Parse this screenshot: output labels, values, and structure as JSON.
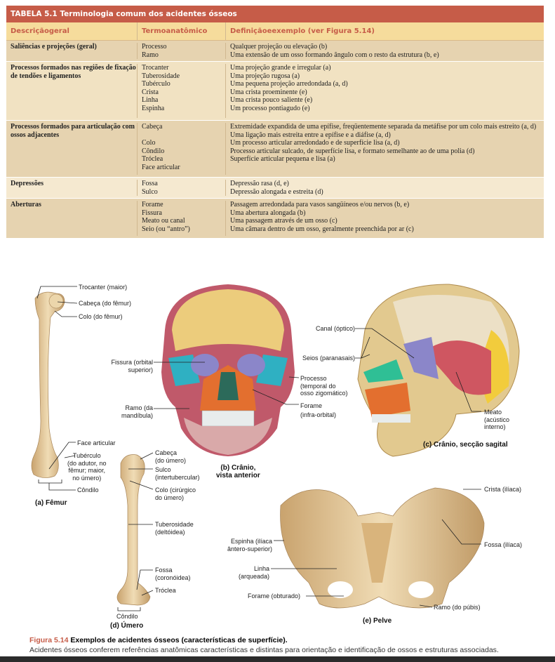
{
  "table": {
    "title": "TABELA 5.1   Terminologia comum  dos acidentes ósseos",
    "headers": [
      "Descriçãogeral",
      "Termoanatômico",
      "Definiçãoeexemplo (ver Figura 5.14)"
    ],
    "rows": [
      {
        "description": "Saliências e projeções (geral)",
        "terms": "Processo\nRamo",
        "definitions": "Qualquer projeção ou  elevação (b)\nUma extensão de um osso formando ângulo com o resto da estrutura (b, e)"
      },
      {
        "description": "Processos formados nas regiões de fixação de tendões e ligamentos",
        "terms": "Trocanter\nTuberosidade\nTubérculo\nCrista\nLinha\nEspinha",
        "definitions": "Uma projeção grande e irregular  (a)\nUma projeção rugosa (a)\nUma pequena projeção arredondada (a, d)\nUma crista proeminente (e)\nUma crista pouco saliente (e)\nUm processo pontiagudo (e)"
      },
      {
        "description": "Processos formados para articulação com ossos adjacentes",
        "terms": "Cabeça\n\nColo\nCôndilo\nTróclea\nFace articular",
        "definitions": "Extremidade expandida de uma epífise, freqüentemente separada da metáfise por  um colo mais estreito (a, d)\nUma ligação mais estreita entre a epífise e a diáfise (a, d)\nUm processo articular arredondado e de superfície lisa (a,  d)\nProcesso articular sulcado, de superfície lisa, e formato semelhante ao de  uma polia (d)\nSuperfície articular pequena e lisa (a)"
      },
      {
        "description": "Depressões",
        "terms": "Fossa\nSulco",
        "definitions": "Depressão rasa (d, e)\nDepressão alongada e estreita (d)"
      },
      {
        "description": "Aberturas",
        "terms": "Forame\nFissura\nMeato ou canal\nSeio (ou “antro”)",
        "definitions": "Passagem arredondada para vasos sangüíneos e/ou nervos (b, e)\nUma abertura alongada (b)\nUma passagem através de um osso (c)\nUma câmara dentro de um osso, geralmente preenchida por ar  (c)"
      }
    ]
  },
  "figure": {
    "labels": {
      "trocanter": "Trocanter  (maior)",
      "cabeca_femur": "Cabeça (do fêmur)",
      "colo_femur": "Colo (do fêmur)",
      "face_articular": "Face articular",
      "tuberculo": "Tubérculo\n(do adutor, no\nfêmur; maior,\nno úmero)",
      "condilo_femur": "Côndilo",
      "fissura": "Fissura (orbital\nsuperior)",
      "ramo_mandibula": "Ramo (da\nmandíbula)",
      "processo": "Processo\n(temporal do\nosso zigomático)",
      "forame_infra": "Forame\n(infra-orbital)",
      "canal": "Canal (óptico)",
      "seios": "Seios (paranasais)",
      "meato": "Meato\n(acústico\ninterno)",
      "cabeca_umero": "Cabeça\n(do úmero)",
      "sulco": "Sulco\n(intertubercular)",
      "colo_umero": "Colo (cirúrgico\ndo úmero)",
      "tuberosidade": "Tuberosidade\n(deltóidea)",
      "fossa_coronoidea": "Fossa\n(coronóidea)",
      "troclea": "Tróclea",
      "condilo_umero": "Côndilo",
      "crista": "Crista (ilíaca)",
      "fossa_iliaca": "Fossa (ilíaca)",
      "espinha": "Espinha (ilíaca\nântero-superior)",
      "linha": "Linha\n(arqueada)",
      "forame_obturado": "Forame (obturado)",
      "ramo_pubis": "Ramo (do púbis)"
    },
    "panels": {
      "a": "(a)  Fêmur",
      "b": "(b) Crânio,\nvista anterior",
      "c": "(c) Crânio, secção sagital",
      "d": "(d) Úmero",
      "e": "(e) Pelve"
    },
    "caption_number": "Figura 5.14",
    "caption_title": "Exemplos de acidentes ósseos (características de superfície).",
    "caption_text": "Acidentes ósseos conferem referências anatômicas características e distintas para orientação e identificação de ossos e estruturas associadas."
  },
  "colors": {
    "header": "#c65c48",
    "subheader": "#f6dc9c",
    "bone": "#e3c79a"
  }
}
